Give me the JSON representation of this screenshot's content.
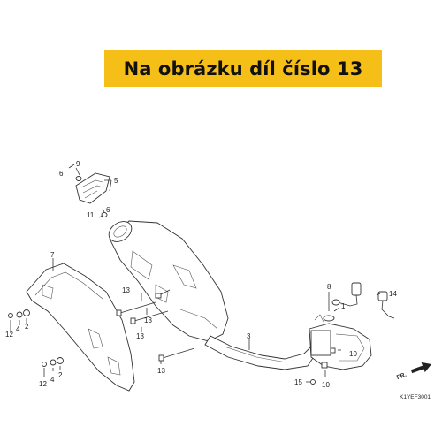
{
  "banner": {
    "text": "Na obrázku díl číslo 13"
  },
  "callouts": {
    "c1": "1",
    "c2a": "2",
    "c2b": "2",
    "c3": "3",
    "c4a": "4",
    "c4b": "4",
    "c5": "5",
    "c6a": "6",
    "c6b": "6",
    "c7": "7",
    "c8": "8",
    "c9": "9",
    "c10a": "10",
    "c10b": "10",
    "c11": "11",
    "c12a": "12",
    "c12b": "12",
    "c13a": "13",
    "c13b": "13",
    "c13c": "13",
    "c13d": "13",
    "c14": "14",
    "c15": "15"
  },
  "direction": {
    "label": "FR."
  },
  "diagram_code": "K1YEF3001",
  "colors": {
    "banner": "#f6bf17",
    "line": "#333333"
  }
}
